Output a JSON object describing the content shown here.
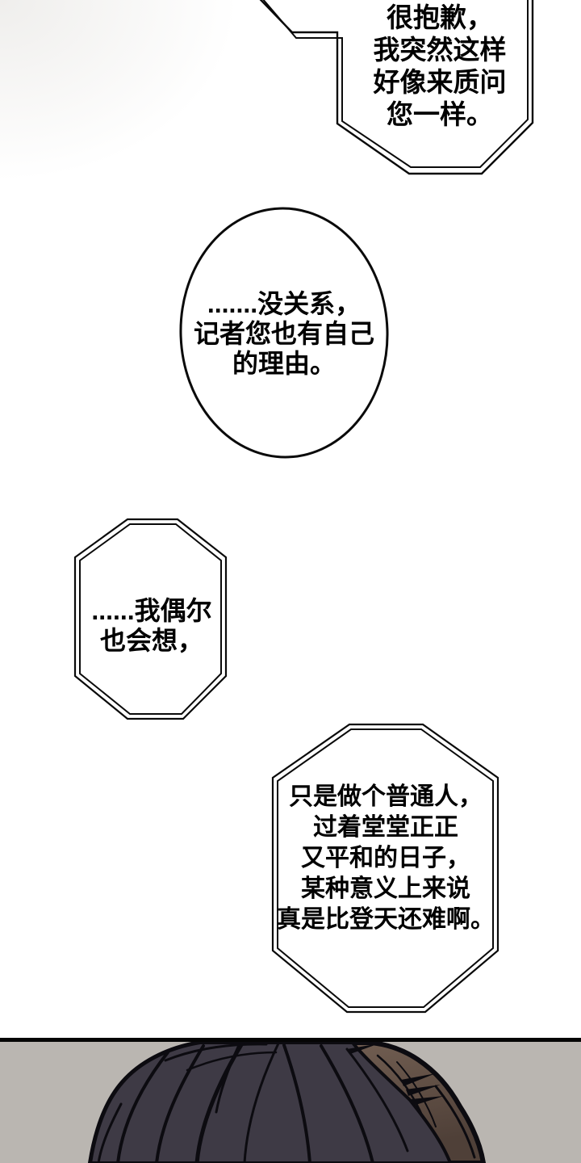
{
  "comic": {
    "bubbles": [
      {
        "name": "bubble-apology",
        "lines": [
          "很抱歉，",
          "我突然这样",
          "好像来质问",
          "您一样。"
        ]
      },
      {
        "name": "bubble-no-matter",
        "lines": [
          ".......没关系，",
          "记者您也有自己",
          "的理由。"
        ]
      },
      {
        "name": "bubble-sometimes-think",
        "lines": [
          "......我偶尔",
          "也会想，"
        ]
      },
      {
        "name": "bubble-ordinary-life",
        "lines": [
          "只是做个普通人，",
          "过着堂堂正正",
          "又平和的日子，",
          "某种意义上来说",
          "真是比登天还难啊。"
        ]
      }
    ],
    "colors": {
      "page_background": "#ffffff",
      "ink": "#000000",
      "panel_background": "#bab6b1",
      "panel_border": "#050505",
      "hair_base": "#3e3a45",
      "hair_stroke": "#0c0b10",
      "hair_brown_light": "#7e695b",
      "hair_brown_dark": "#4f4038"
    }
  }
}
